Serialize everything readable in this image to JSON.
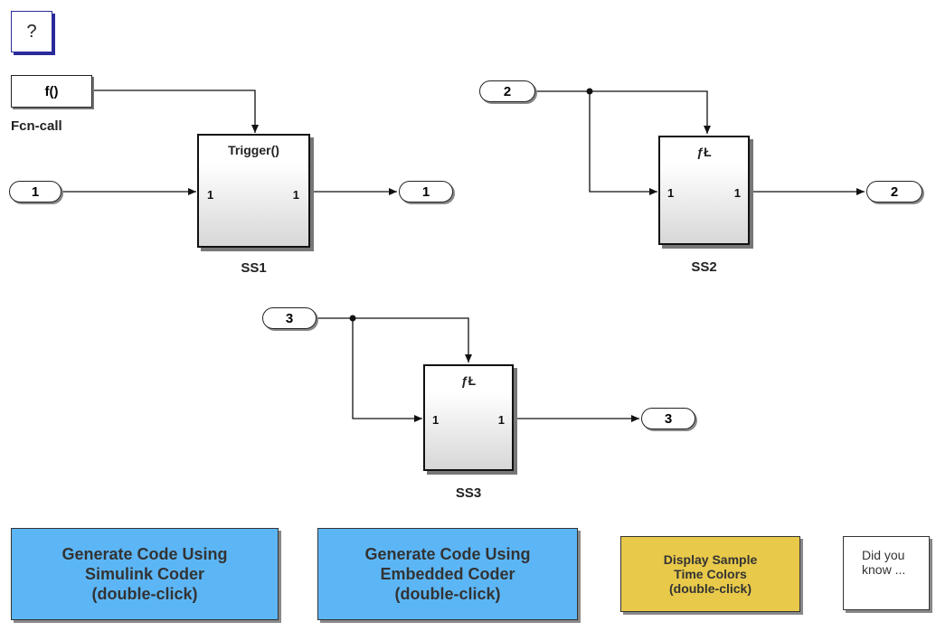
{
  "help": {
    "symbol": "?"
  },
  "fcn_call": {
    "block_text": "f()",
    "label": "Fcn-call"
  },
  "inports": [
    {
      "number": "1"
    },
    {
      "number": "2"
    },
    {
      "number": "3"
    }
  ],
  "outports": [
    {
      "number": "1"
    },
    {
      "number": "2"
    },
    {
      "number": "3"
    }
  ],
  "subsystems": [
    {
      "name": "SS1",
      "trigger_text": "Trigger()",
      "in_pin": "1",
      "out_pin": "1"
    },
    {
      "name": "SS2",
      "trigger_text": "ƒŁ",
      "in_pin": "1",
      "out_pin": "1"
    },
    {
      "name": "SS3",
      "trigger_text": "ƒŁ",
      "in_pin": "1",
      "out_pin": "1"
    }
  ],
  "buttons": {
    "simulink_coder": "Generate Code Using\nSimulink Coder\n(double-click)",
    "embedded_coder": "Generate Code Using\nEmbedded Coder\n(double-click)",
    "sample_time_colors": "Display Sample\nTime Colors\n(double-click)"
  },
  "note": {
    "text": "Did you\nknow ..."
  },
  "colors": {
    "button_blue": "#5cb6f6",
    "button_yellow": "#e8c94a",
    "help_border": "#2b2b9a"
  }
}
